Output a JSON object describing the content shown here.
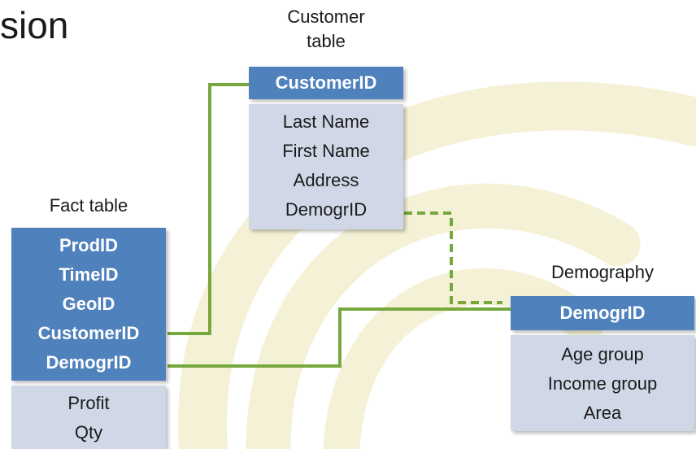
{
  "title_fragment": "sion",
  "tables": {
    "customer": {
      "caption_line1": "Customer",
      "caption_line2": "table",
      "key": "CustomerID",
      "attributes": [
        "Last Name",
        "First Name",
        "Address",
        "DemogrID"
      ]
    },
    "fact": {
      "caption": "Fact table",
      "keys": [
        "ProdID",
        "TimeID",
        "GeoID",
        "CustomerID",
        "DemogrID"
      ],
      "attributes": [
        "Profit",
        "Qty"
      ]
    },
    "demography": {
      "caption": "Demography",
      "key": "DemogrID",
      "attributes": [
        "Age group",
        "Income group",
        "Area"
      ]
    }
  },
  "colors": {
    "key_fill": "#4f81bd",
    "attr_fill": "#d0d8e8",
    "connector": "#77a83d",
    "watermark": "#f4f1d4"
  }
}
